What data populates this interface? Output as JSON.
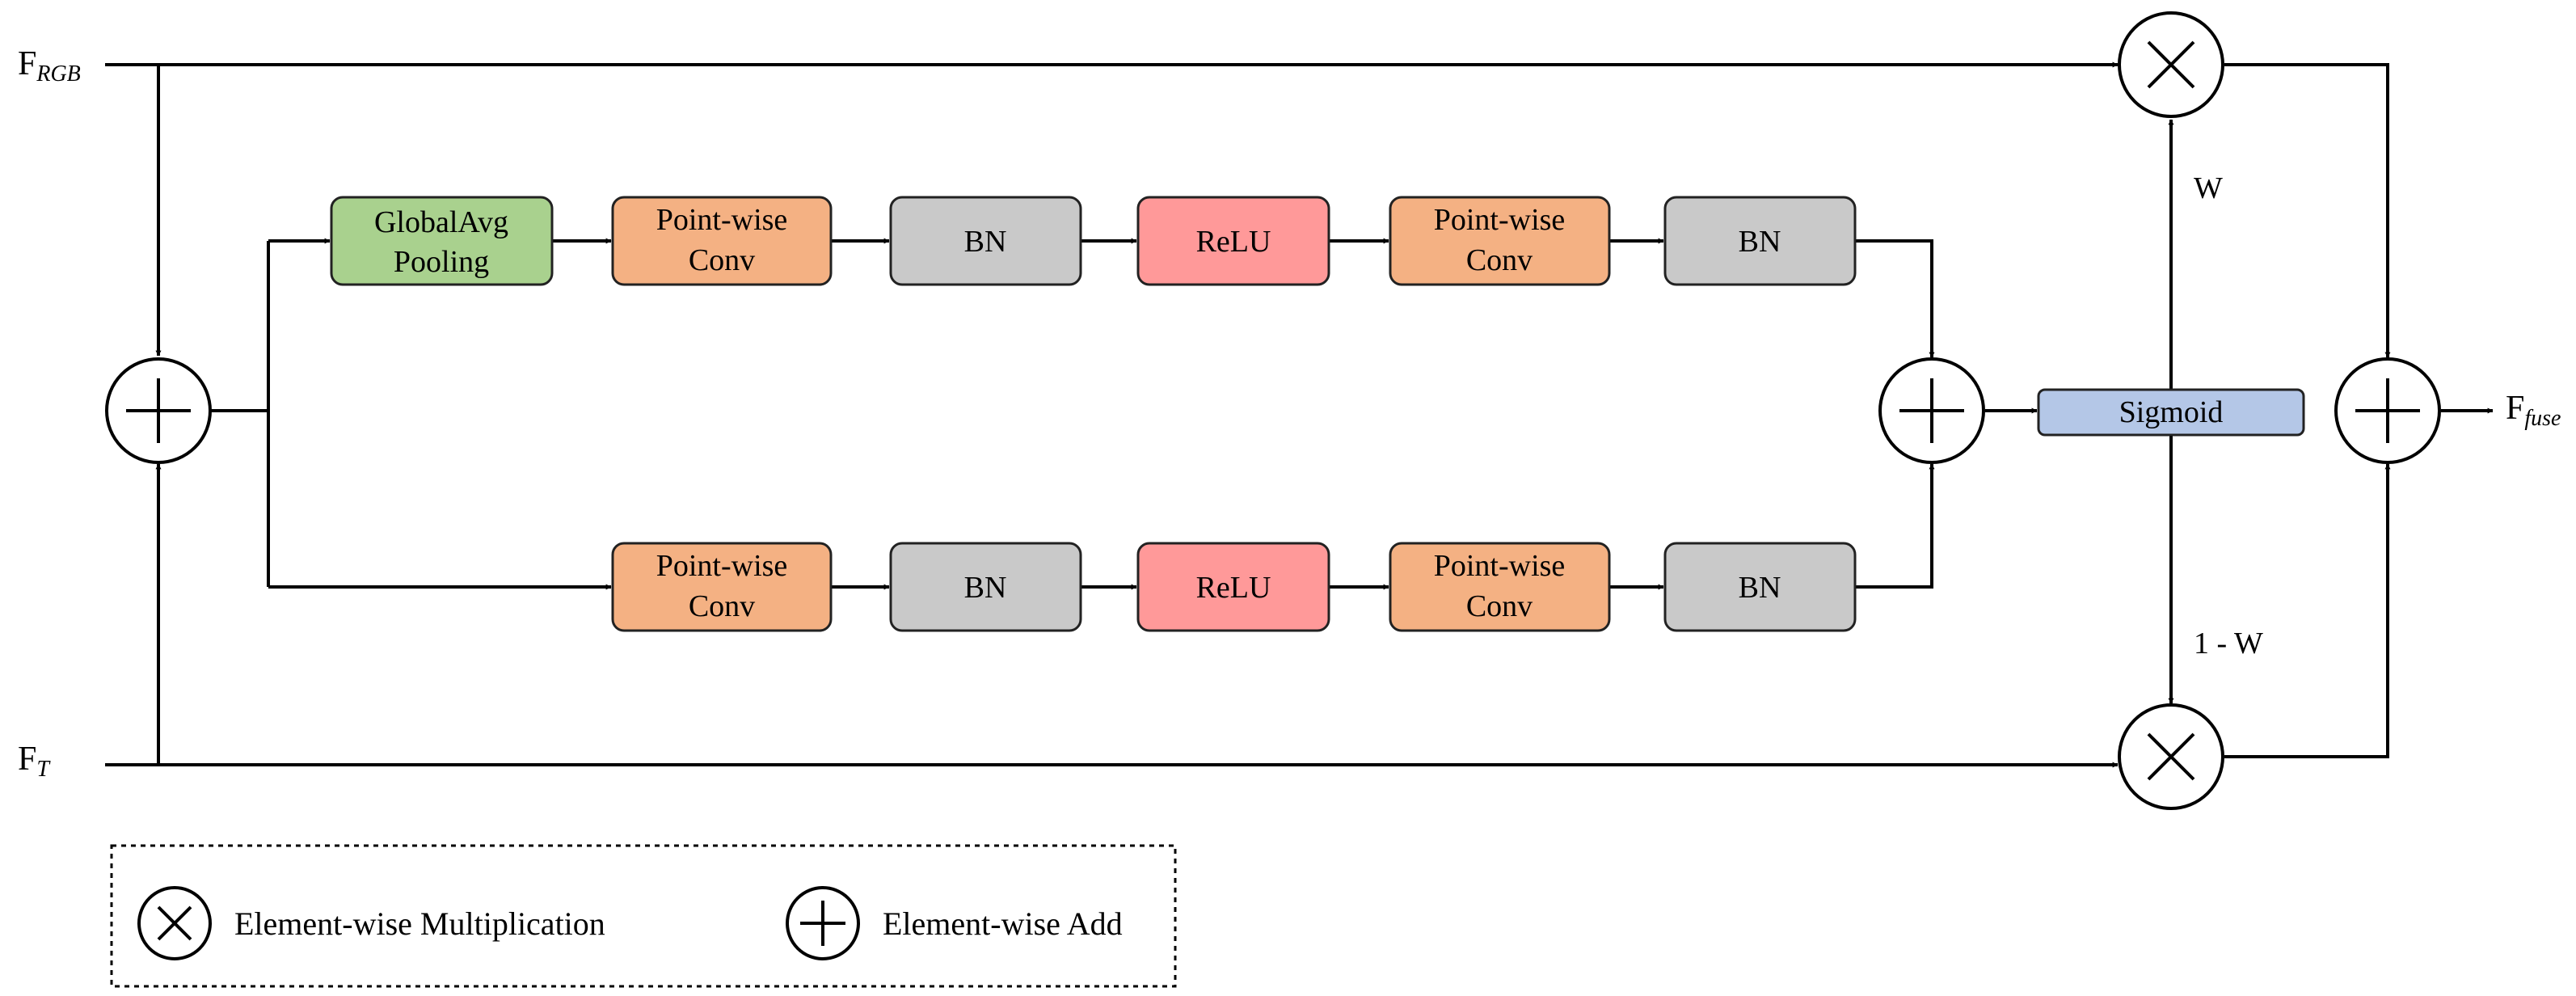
{
  "inputs": {
    "rgb": {
      "base": "F",
      "sub": "RGB"
    },
    "thermal": {
      "base": "F",
      "sub": "T"
    }
  },
  "output": {
    "base": "F",
    "sub": "fuse"
  },
  "top_branch": {
    "gap": {
      "line1": "GlobalAvg",
      "line2": "Pooling",
      "color": "#a9d18e"
    },
    "pw1": {
      "line1": "Point-wise",
      "line2": "Conv",
      "color": "#f4b183"
    },
    "bn1": {
      "label": "BN",
      "color": "#c9c9c9"
    },
    "relu": {
      "label": "ReLU",
      "color": "#ff9999"
    },
    "pw2": {
      "line1": "Point-wise",
      "line2": "Conv",
      "color": "#f4b183"
    },
    "bn2": {
      "label": "BN",
      "color": "#c9c9c9"
    }
  },
  "bottom_branch": {
    "pw1": {
      "line1": "Point-wise",
      "line2": "Conv",
      "color": "#f4b183"
    },
    "bn1": {
      "label": "BN",
      "color": "#c9c9c9"
    },
    "relu": {
      "label": "ReLU",
      "color": "#ff9999"
    },
    "pw2": {
      "line1": "Point-wise",
      "line2": "Conv",
      "color": "#f4b183"
    },
    "bn2": {
      "label": "BN",
      "color": "#c9c9c9"
    }
  },
  "sigmoid": {
    "label": "Sigmoid",
    "color": "#b4c7e7"
  },
  "weights": {
    "w": "W",
    "one_minus_w": "1 - W"
  },
  "legend": {
    "multiply": "Element-wise Multiplication",
    "add": "Element-wise Add"
  }
}
